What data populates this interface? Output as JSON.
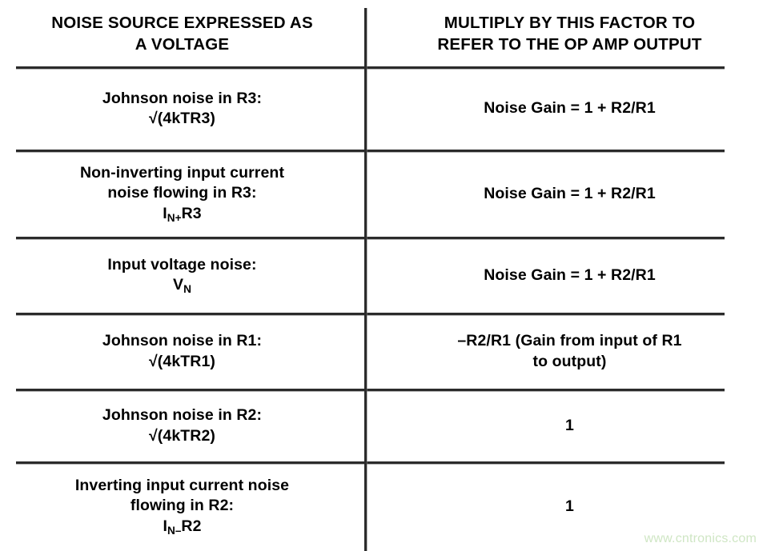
{
  "table": {
    "headers": {
      "left": "NOISE SOURCE EXPRESSED AS A VOLTAGE",
      "left_line1": "NOISE SOURCE EXPRESSED AS",
      "left_line2": "A VOLTAGE",
      "right": "MULTIPLY BY THIS FACTOR TO REFER TO THE OP AMP OUTPUT",
      "right_line1": "MULTIPLY BY THIS FACTOR TO",
      "right_line2": "REFER TO THE OP AMP OUTPUT"
    },
    "rows": [
      {
        "source_line1": "Johnson noise in R3:",
        "source_line2": "√(4kTR3)",
        "factor_line1": "Noise Gain = 1 + R2/R1",
        "factor_line2": ""
      },
      {
        "source_line1": "Non-inverting input current",
        "source_line2": "noise flowing in R3:",
        "source_symbol_base": "I",
        "source_symbol_sub": "N+",
        "source_symbol_tail": "R3",
        "factor_line1": "Noise Gain = 1 + R2/R1",
        "factor_line2": ""
      },
      {
        "source_line1": "Input voltage noise:",
        "source_symbol_base": "V",
        "source_symbol_sub": "N",
        "source_symbol_tail": "",
        "factor_line1": "Noise Gain = 1 + R2/R1",
        "factor_line2": ""
      },
      {
        "source_line1": "Johnson noise in R1:",
        "source_line2": "√(4kTR1)",
        "factor_line1": "–R2/R1 (Gain from input of R1",
        "factor_line2": "to output)"
      },
      {
        "source_line1": "Johnson noise in R2:",
        "source_line2": "√(4kTR2)",
        "factor_line1": "1",
        "factor_line2": ""
      },
      {
        "source_line1": "Inverting input current noise",
        "source_line2": "flowing in R2:",
        "source_symbol_base": "I",
        "source_symbol_sub": "N–",
        "source_symbol_tail": "R2",
        "factor_line1": "1",
        "factor_line2": ""
      }
    ]
  },
  "watermark": {
    "text": "www.cntronics.com",
    "color": "#cfe6c4"
  },
  "colors": {
    "rule": "#2b2b2b",
    "text": "#000000",
    "background": "#ffffff"
  }
}
